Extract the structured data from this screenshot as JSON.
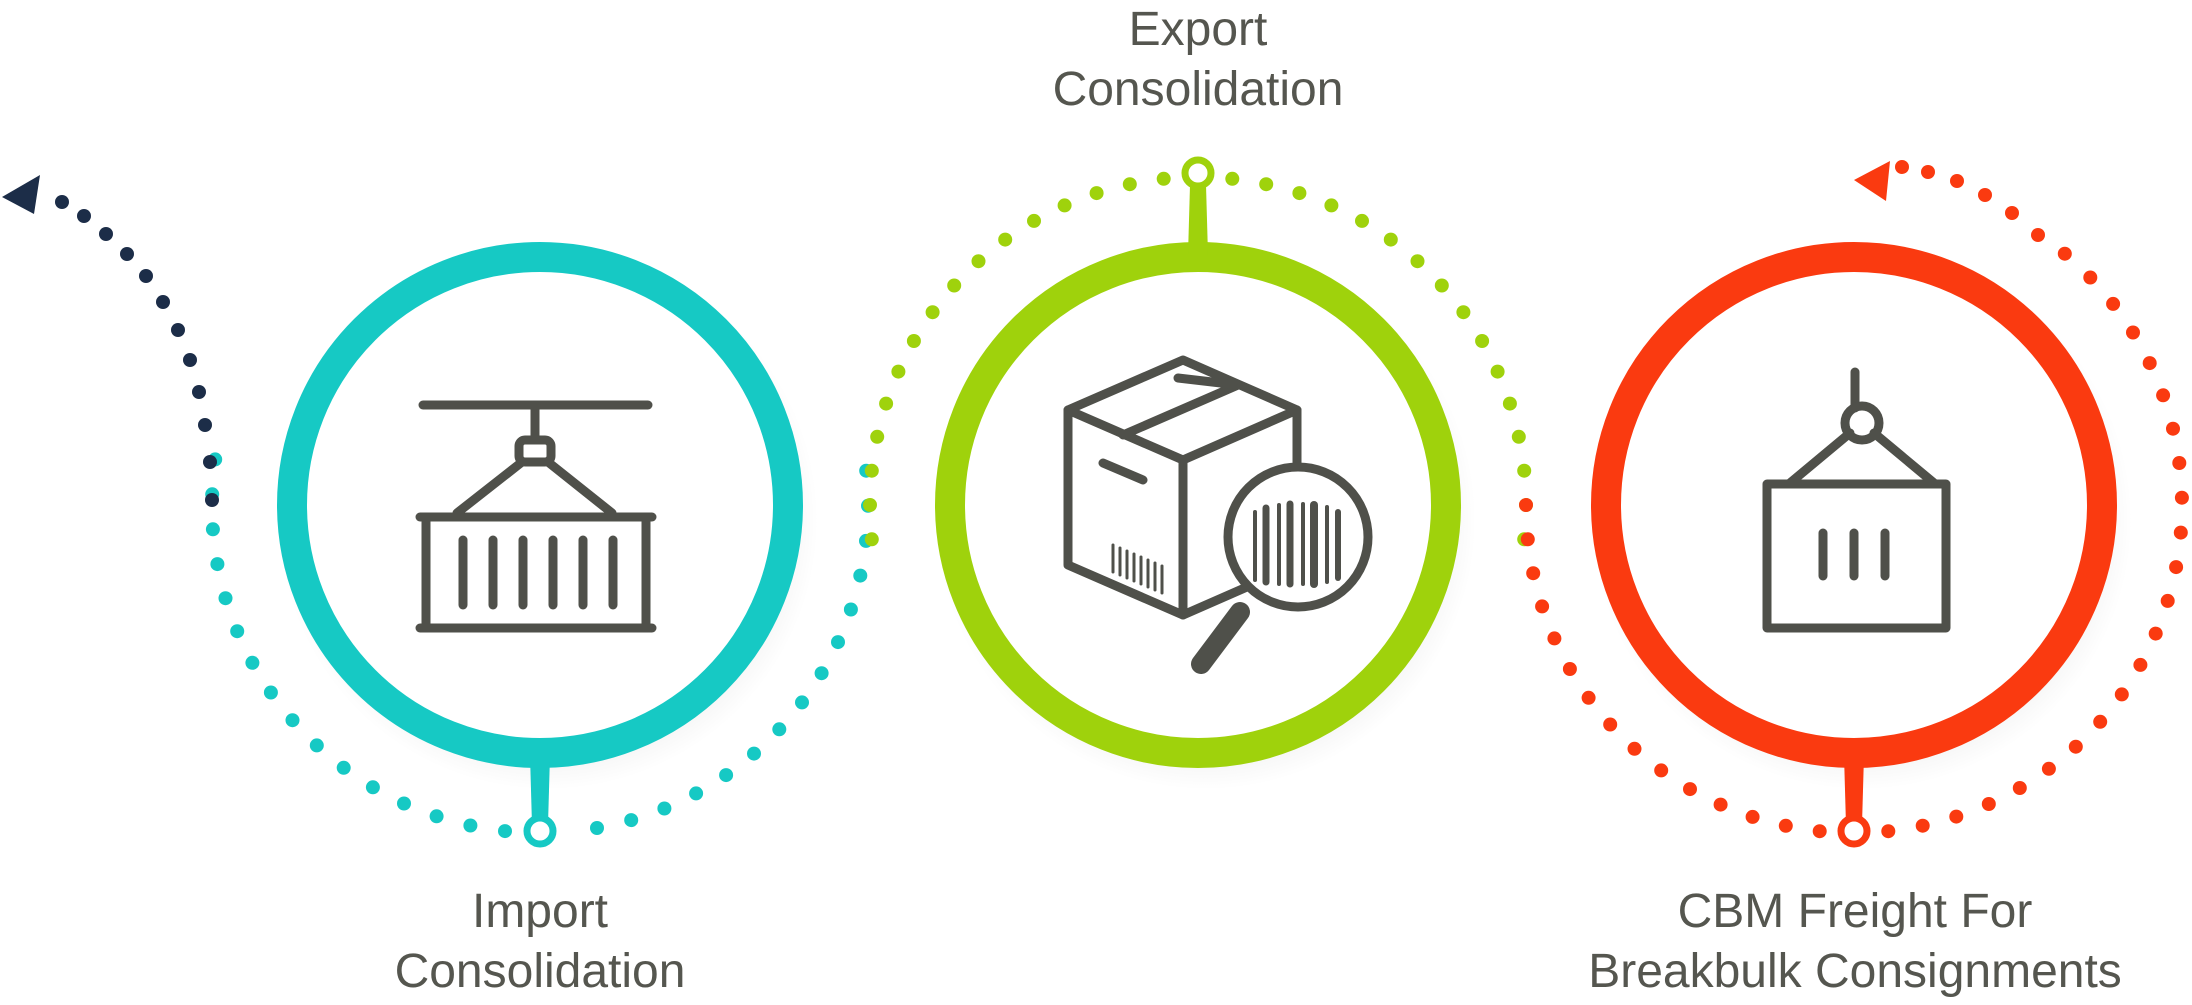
{
  "colors": {
    "import": "#16c9c4",
    "export": "#9fd20c",
    "cbm": "#fa3a10",
    "arrow_navy": "#1c2d48",
    "icon": "#4f504a",
    "text": "#55564f"
  },
  "steps": [
    {
      "id": "import",
      "label_line1": "Import",
      "label_line2": "Consolidation",
      "icon": "crane-container-icon"
    },
    {
      "id": "export",
      "label_line1": "Export",
      "label_line2": "Consolidation",
      "icon": "box-barcode-magnifier-icon"
    },
    {
      "id": "cbm",
      "label_line1": "CBM Freight For",
      "label_line2": "Breakbulk Consignments",
      "icon": "hook-container-icon"
    }
  ]
}
